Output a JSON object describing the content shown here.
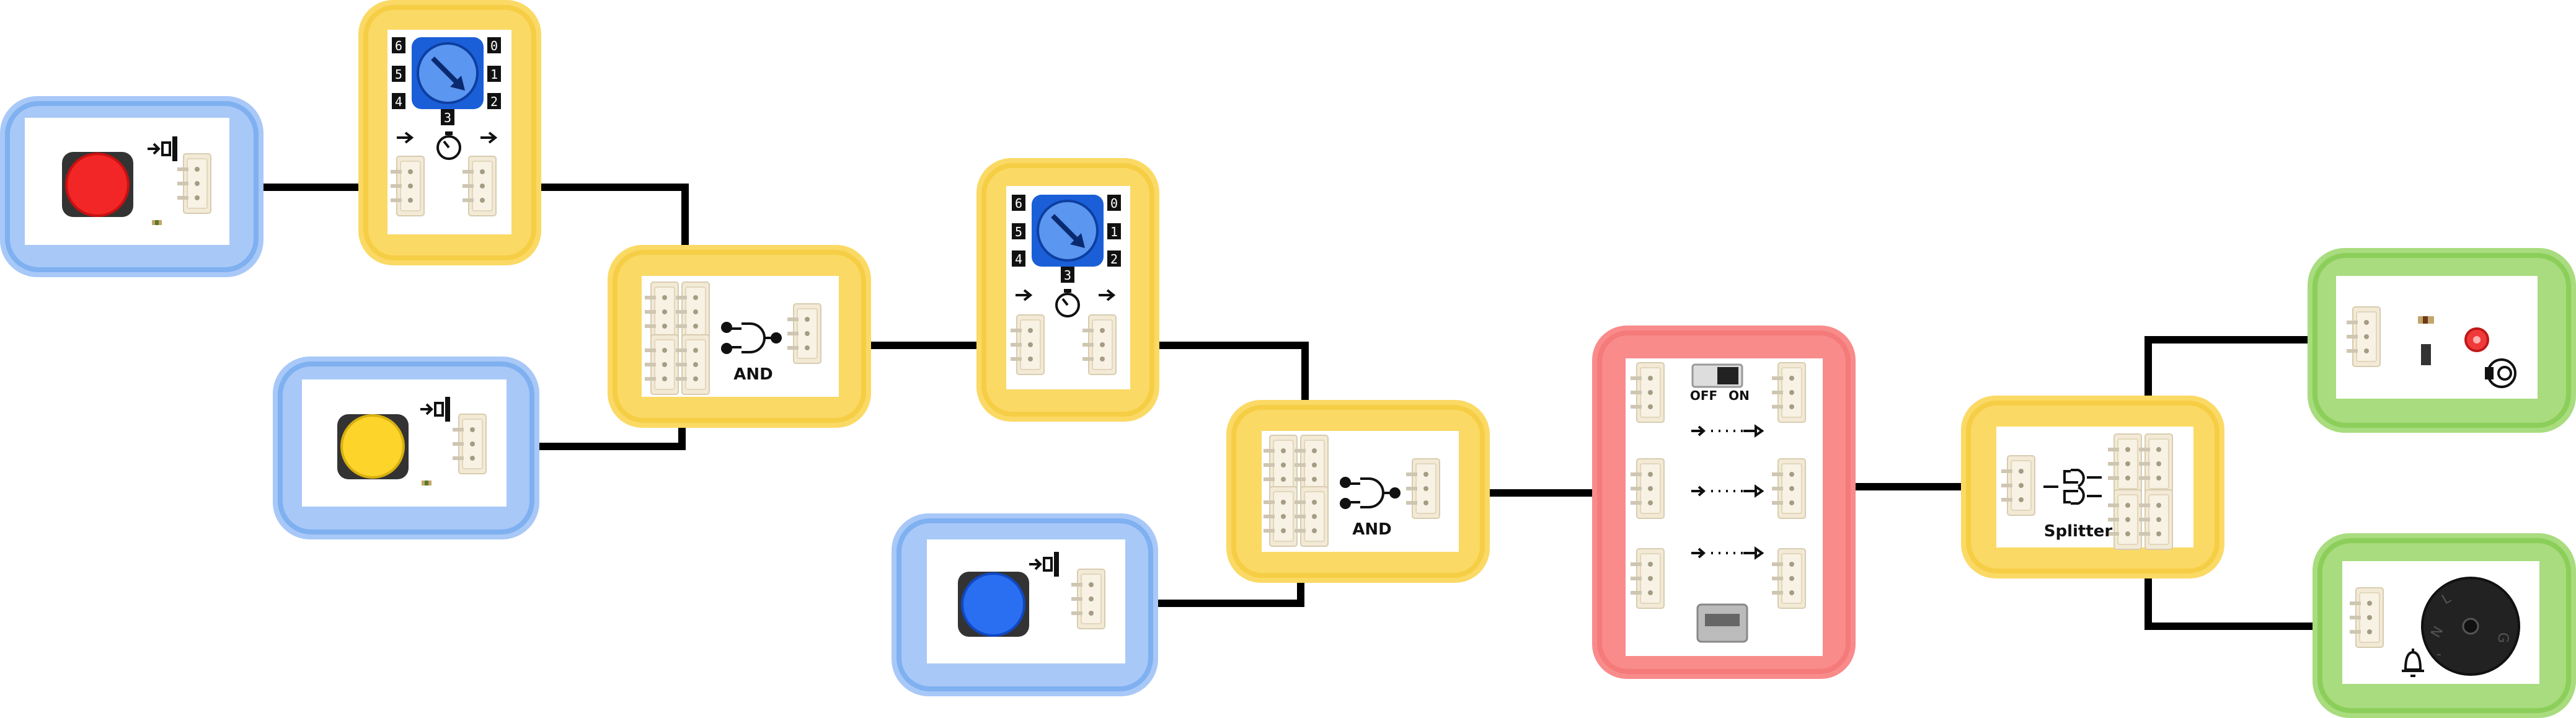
{
  "modules": {
    "and_1": {
      "label": "AND"
    },
    "and_2": {
      "label": "AND"
    },
    "splitter": {
      "label": "Splitter"
    },
    "power": {
      "off_label": "OFF",
      "on_label": "ON"
    },
    "delay_1": {
      "dial_numbers": [
        "6",
        "5",
        "4",
        "3",
        "0",
        "1",
        "2"
      ]
    },
    "delay_2": {
      "dial_numbers": [
        "6",
        "5",
        "4",
        "3",
        "0",
        "1",
        "2"
      ]
    },
    "buzzer": {
      "letters": [
        "-",
        "N",
        "L",
        "G"
      ]
    }
  },
  "colors": {
    "input_blue": "#a8c8f8",
    "input_blue_frame": "#7fb0f0",
    "logic_yellow": "#fbd965",
    "logic_yellow_frame": "#f6ce45",
    "power_red": "#f98b8b",
    "power_red_frame": "#f57a7a",
    "output_green": "#a8dc7e",
    "output_green_frame": "#8cce5a",
    "wire": "#000000",
    "connector": "#f3ead6",
    "button_red": "#f22626",
    "button_yellow": "#fcd42a",
    "button_blue": "#2a6ff2",
    "dial_blue": "#1a5fd8"
  },
  "icons": [
    "timer-icon",
    "and-gate-icon",
    "splitter-gate-icon",
    "button-press-icon",
    "bulb-icon",
    "bell-icon",
    "arrow-right-icon"
  ]
}
